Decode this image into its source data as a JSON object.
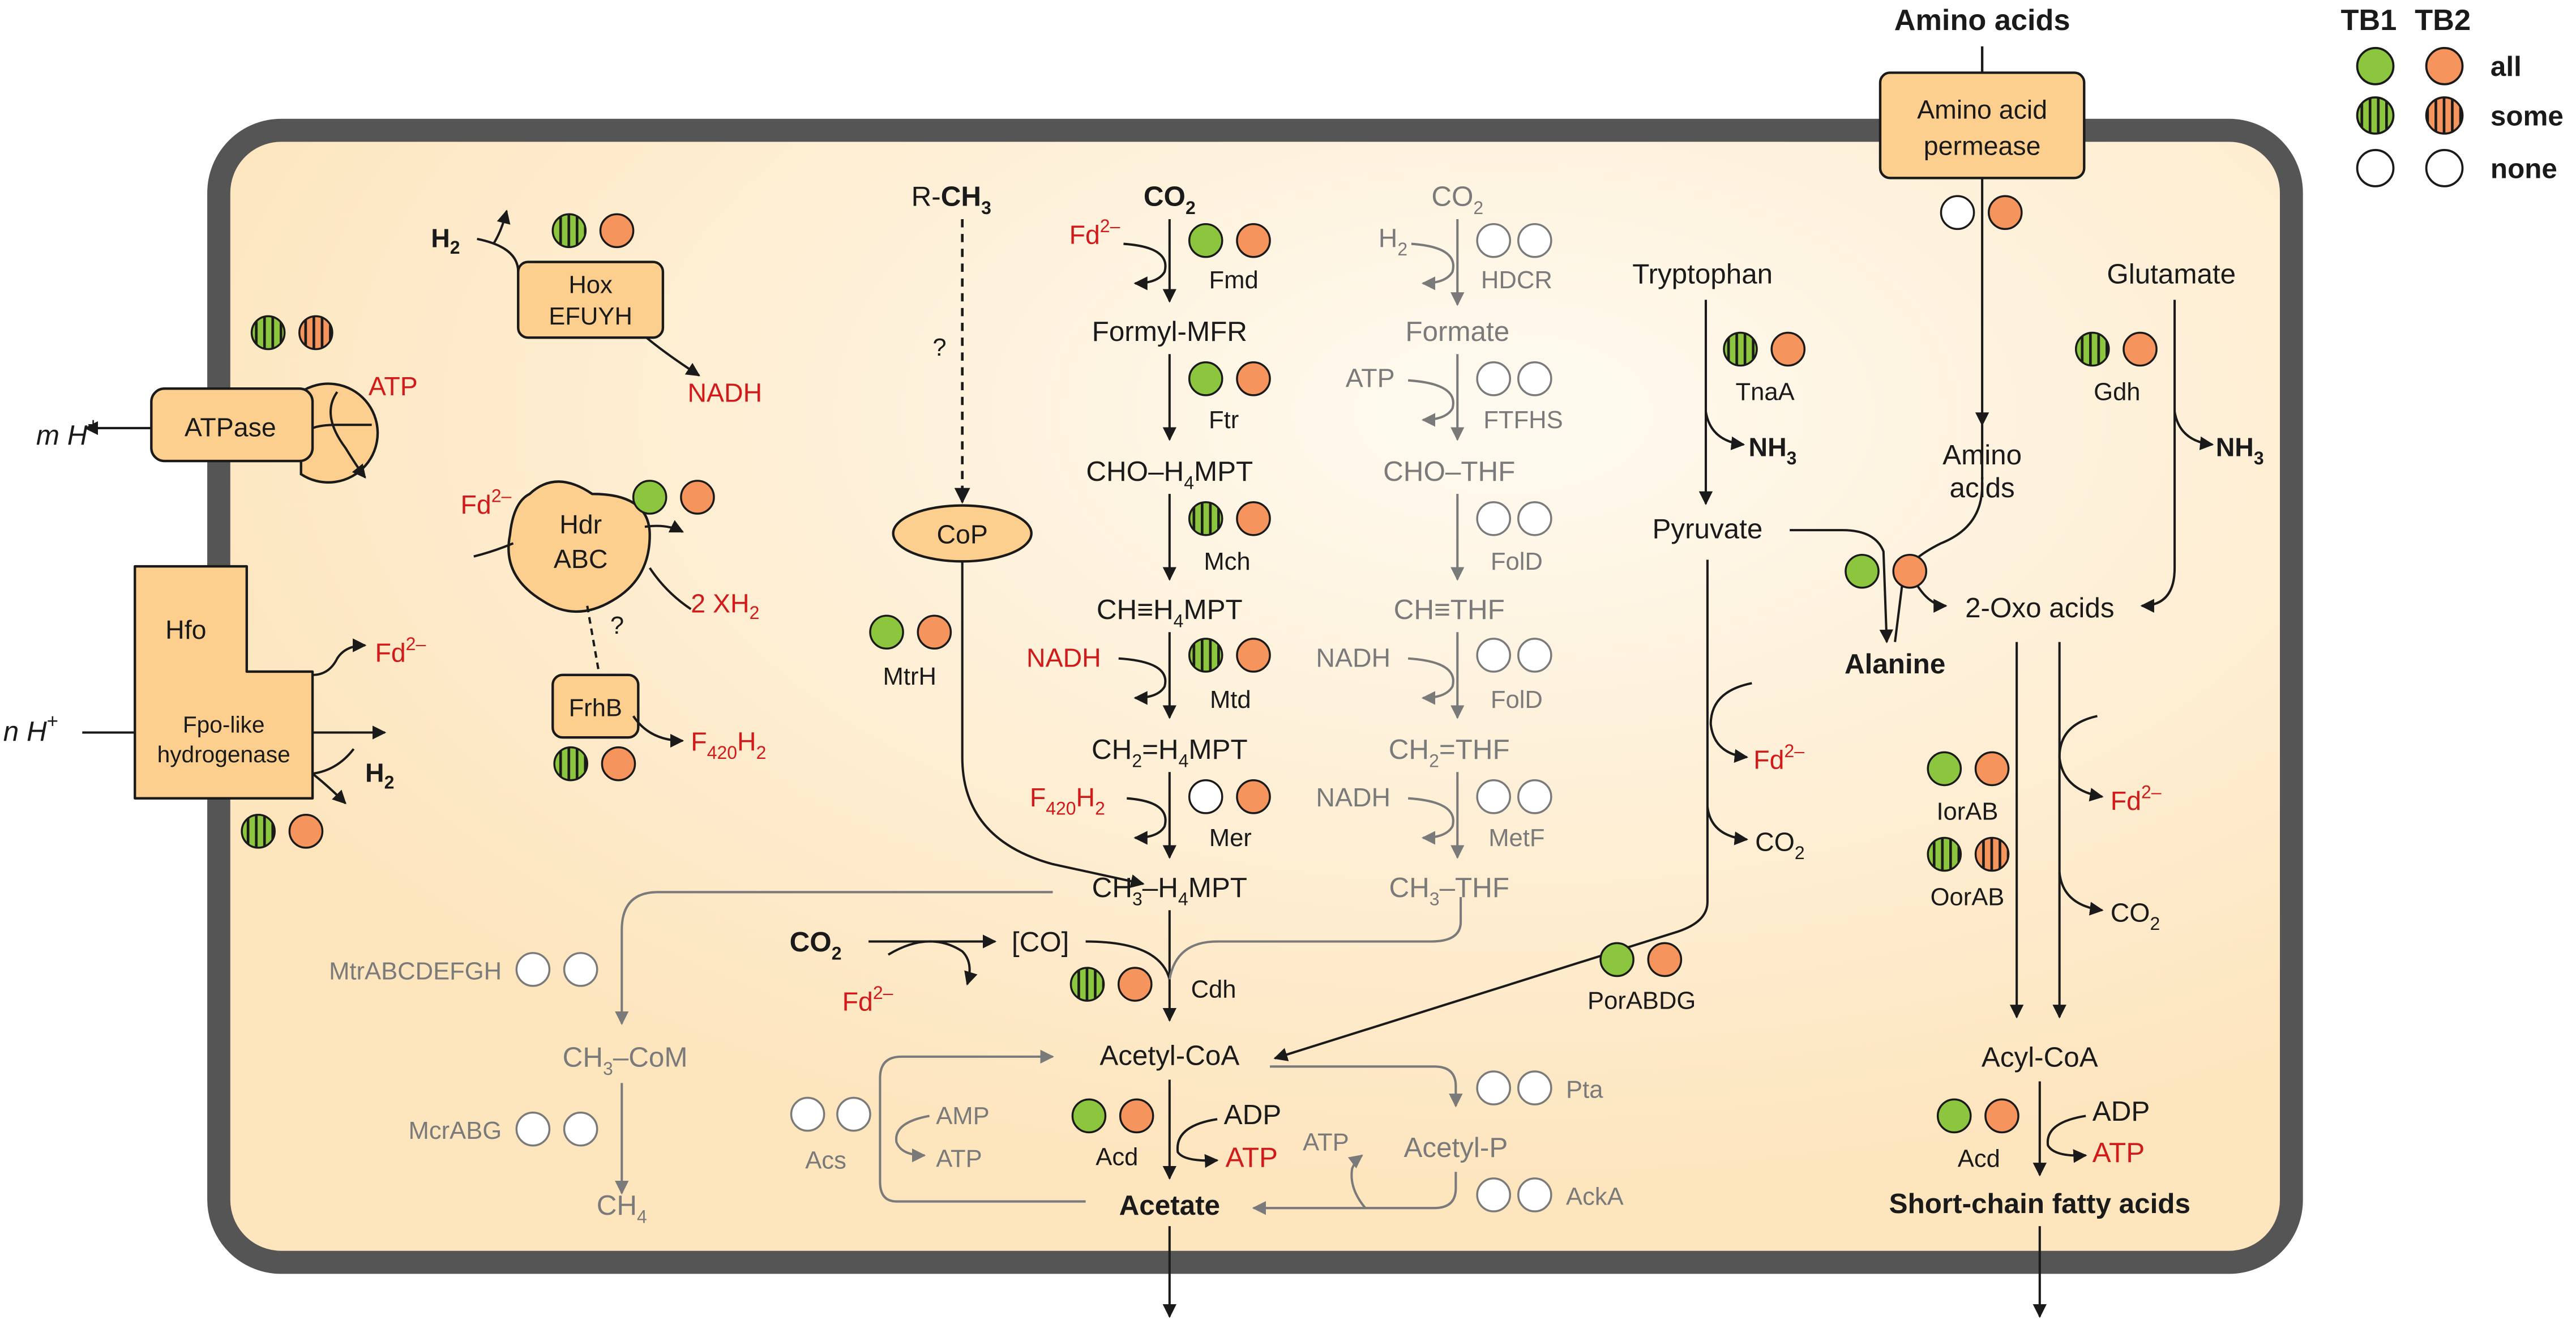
{
  "legend": {
    "col1": "TB1",
    "col2": "TB2",
    "all": "all",
    "some": "some",
    "none": "none"
  },
  "colors": {
    "green": "#8cc63f",
    "orange": "#f5945c",
    "none": "#ffffff",
    "cell": "#fde9c6",
    "wall": "#555555",
    "box": "#fccf8e",
    "red": "#d11a1a",
    "gray": "#7a7a7a"
  },
  "top": {
    "amino_acids": "Amino acids",
    "permease_l1": "Amino acid",
    "permease_l2": "permease"
  },
  "left": {
    "m_h": "m H",
    "plus": "+",
    "atpase": "ATPase",
    "atp": "ATP",
    "hox_l1": "Hox",
    "hox_l2": "EFUYH",
    "h2": "H",
    "two": "2",
    "nadh": "NADH",
    "hdr_l1": "Hdr",
    "hdr_l2": "ABC",
    "fd": "Fd",
    "fd_sup": "2–",
    "q": "?",
    "xh2": "2 XH",
    "frhb": "FrhB",
    "f": "F",
    "f420": "420",
    "h": "H",
    "hfo": "Hfo",
    "fpo_l1": "Fpo-like",
    "fpo_l2": "hydrogenase",
    "n_h": "n H"
  },
  "wl": {
    "rch3_r": "R-",
    "rch3_c": "CH",
    "sub3": "3",
    "cop": "CoP",
    "mtrh": "MtrH",
    "co2_top": "CO",
    "sub2": "2",
    "fmd": "Fmd",
    "formyl_mfr": "Formyl-MFR",
    "ftr": "Ftr",
    "cho_h4mpt": "CHO–H",
    "mpt": "MPT",
    "sub4": "4",
    "mch": "Mch",
    "ch_h4mpt": "CH≡H",
    "nadh": "NADH",
    "mtd": "Mtd",
    "ch2_h4mpt": "CH",
    "eq_h": "=H",
    "mer": "Mer",
    "ch3_h4mpt": "CH",
    "dash_h": "–H",
    "co": "[CO]",
    "cdh": "Cdh",
    "acetyl_coa": "Acetyl-CoA",
    "acd": "Acd",
    "adp": "ADP",
    "atp": "ATP",
    "acetate": "Acetate"
  },
  "thf": {
    "co2": "CO",
    "h2": "H",
    "hdcr": "HDCR",
    "formate": "Formate",
    "atp": "ATP",
    "ftfhs": "FTFHS",
    "cho_thf": "CHO–THF",
    "fold": "FolD",
    "ch_thf": "CH≡THF",
    "nadh": "NADH",
    "ch2_thf": "CH",
    "eq_thf": "=THF",
    "metf": "MetF",
    "ch3_thf": "CH",
    "dash_thf": "–THF"
  },
  "lower_left": {
    "mtr": "MtrABCDEFGH",
    "ch3_com": "CH",
    "dash_com": "–CoM",
    "mcr": "McrABG",
    "ch4": "CH",
    "sub4": "4",
    "acs": "Acs",
    "amp": "AMP",
    "atp": "ATP",
    "pta": "Pta",
    "acetyl_p": "Acetyl-P",
    "ackA": "AckA",
    "atp2": "ATP"
  },
  "right": {
    "tryptophan": "Tryptophan",
    "tnaA": "TnaA",
    "nh3": "NH",
    "sub3": "3",
    "pyruvate": "Pyruvate",
    "fd": "Fd",
    "fd_sup": "2–",
    "co2": "CO",
    "sub2": "2",
    "porabdg": "PorABDG",
    "amino_l1": "Amino",
    "amino_l2": "acids",
    "alanine": "Alanine",
    "oxo": "2-Oxo acids",
    "glutamate": "Glutamate",
    "gdh": "Gdh",
    "iorAB": "IorAB",
    "oorAB": "OorAB",
    "acyl_coa": "Acyl-CoA",
    "acd": "Acd",
    "adp": "ADP",
    "atp": "ATP",
    "scfa": "Short-chain fatty acids"
  }
}
